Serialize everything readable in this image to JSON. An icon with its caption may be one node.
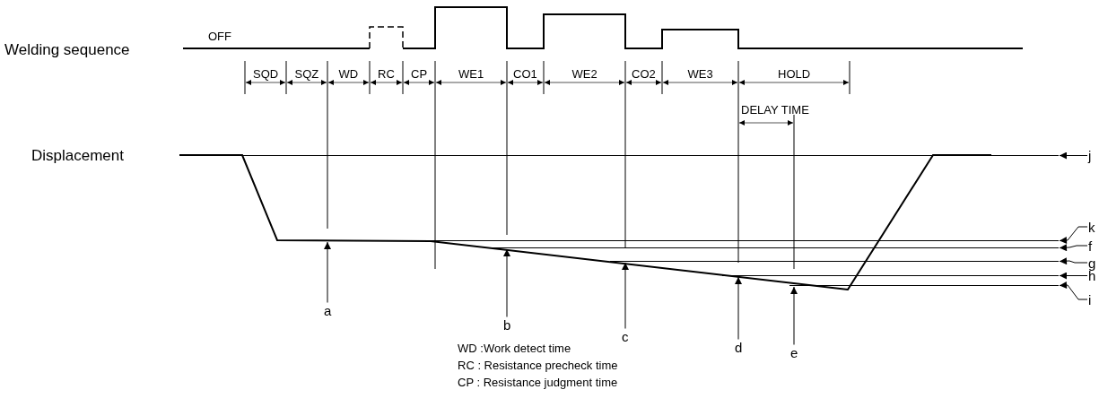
{
  "diagram": {
    "nodes": [
      {
        "text": [
          "j"
        ]
      },
      {
        "text": [
          "k"
        ]
      },
      {
        "text": [
          "f"
        ]
      },
      {
        "text": [
          "g"
        ]
      },
      {
        "text": [
          "h"
        ]
      },
      {
        "text": [
          "i"
        ]
      },
      {
        "text": [
          "a"
        ]
      },
      {
        "text": [
          "b"
        ]
      },
      {
        "text": [
          "c"
        ]
      },
      {
        "text": [
          "d"
        ]
      },
      {
        "text": [
          "e"
        ]
      },
      {
        "text": [],
        "shape": "line"
      },
      {
        "text": [],
        "shape": "line"
      },
      {
        "text": [],
        "shape": "line"
      },
      {
        "text": [],
        "shape": "line"
      },
      {
        "text": [],
        "shape": "line"
      },
      {
        "text": [],
        "shape": "line"
      },
      {
        "text": [],
        "shape": "curve"
      }
    ],
    "edges": [
      {
        "from": 0,
        "to": 11,
        "arrow": "to"
      },
      {
        "from": 1,
        "to": 12,
        "arrow": "to"
      },
      {
        "from": 2,
        "to": 13,
        "arrow": "to"
      },
      {
        "from": 3,
        "to": 14,
        "arrow": "to"
      },
      {
        "from": 4,
        "to": 15,
        "arrow": "to"
      },
      {
        "from": 5,
        "to": 16,
        "arrow": "to"
      },
      {
        "from": 6,
        "to": 12,
        "arrow": "to"
      },
      {
        "from": 7,
        "to": 13,
        "arrow": "to"
      },
      {
        "from": 8,
        "to": 14,
        "arrow": "to"
      },
      {
        "from": 9,
        "to": 15,
        "arrow": "to"
      },
      {
        "from": 10,
        "to": 16,
        "arrow": "to"
      }
    ],
    "labels": [
      "Welding sequence",
      "OFF",
      "SQD",
      "SQZ",
      "WD",
      "RC",
      "CP",
      "WE1",
      "CO1",
      "WE2",
      "CO2",
      "WE3",
      "HOLD",
      "DELAY TIME",
      "Displacement",
      "WD :Work detect time",
      "RC : Resistance precheck time",
      "CP : Resistance judgment time"
    ]
  }
}
